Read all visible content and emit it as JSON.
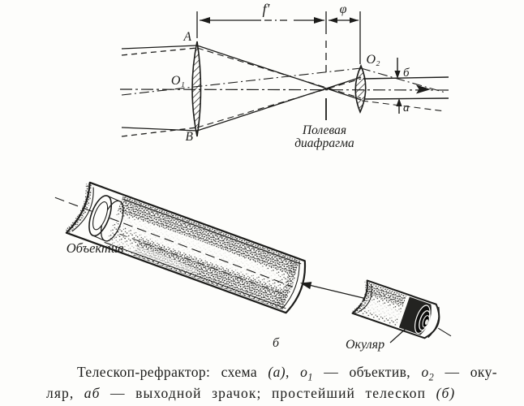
{
  "figure": {
    "colors": {
      "ink": "#1c1c1a",
      "paper": "#fdfdfb"
    },
    "schematic": {
      "labels": {
        "focal_length": "f′",
        "eyepiece_focal": "φ",
        "lens_top": "A",
        "lens_bottom": "B",
        "objective_center": "О₁",
        "eyepiece_center": "О₂",
        "exit_pupil_top": "б",
        "exit_pupil_bottom": "а",
        "field_stop_line1": "Полевая",
        "field_stop_line2": "диафрагма"
      }
    },
    "illustration": {
      "labels": {
        "objective": "Объектив",
        "part_letter": "б",
        "eyepiece": "Окуляр"
      }
    },
    "caption": {
      "line1": [
        {
          "t": "Телескоп-рефрактор: схема "
        },
        {
          "t": "(а)"
        },
        {
          "t": ", "
        },
        {
          "t": "о"
        },
        {
          "t": "1"
        },
        {
          "t": " — объектив, "
        },
        {
          "t": "о"
        },
        {
          "t": "2"
        },
        {
          "t": " — оку-"
        }
      ],
      "line2": [
        {
          "t": "ляр, "
        },
        {
          "t": "аб"
        },
        {
          "t": " — выходной зрачок; простейший телескоп "
        },
        {
          "t": "(б)"
        }
      ]
    }
  }
}
